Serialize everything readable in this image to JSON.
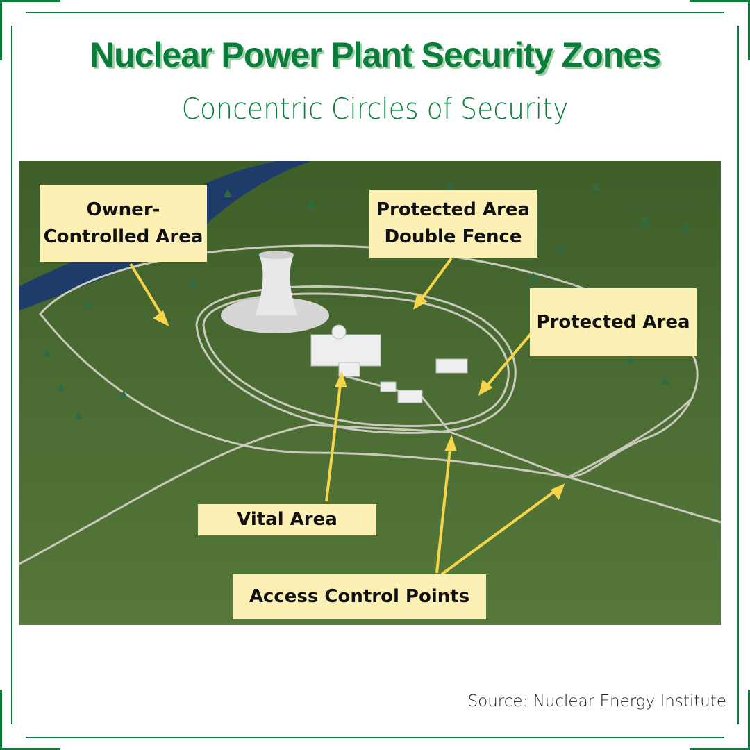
{
  "title": "Nuclear Power Plant Security Zones",
  "subtitle": "Concentric Circles of Security",
  "labels": {
    "owner_controlled": "Owner-\nControlled Area",
    "double_fence": "Protected Area\nDouble Fence",
    "protected": "Protected Area",
    "vital": "Vital Area",
    "access": "Access Control Points"
  },
  "source": "Source: Nuclear Energy Institute",
  "colors": {
    "brand": "#0a7d3a",
    "label_bg": "#fdf0b4",
    "arrow": "#f7d54a",
    "field": "#4a6e2e"
  }
}
